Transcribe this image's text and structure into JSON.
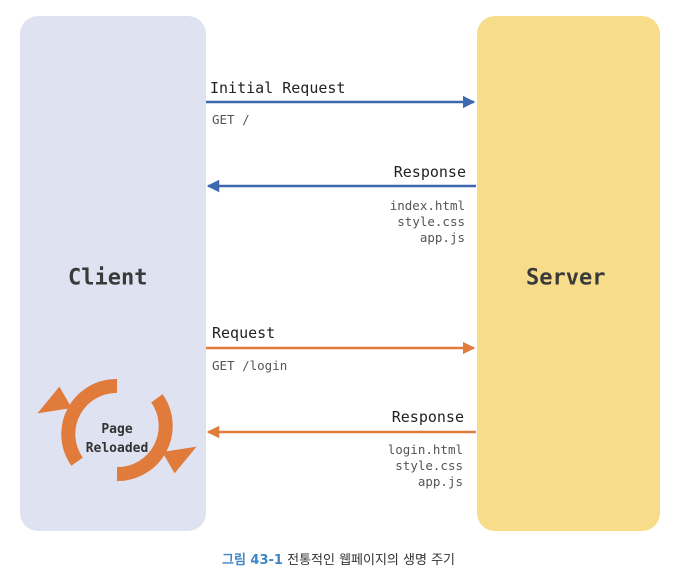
{
  "client": {
    "title": "Client"
  },
  "server": {
    "title": "Server"
  },
  "flow1": {
    "request_label": "Initial Request",
    "request_detail": "GET /",
    "response_label": "Response",
    "response_files": [
      "index.html",
      "style.css",
      "app.js"
    ]
  },
  "flow2": {
    "request_label": "Request",
    "request_detail": "GET /login",
    "response_label": "Response",
    "response_files": [
      "login.html",
      "style.css",
      "app.js"
    ]
  },
  "reload": {
    "line1": "Page",
    "line2": "Reloaded"
  },
  "caption": {
    "number": "그림 43-1",
    "text": "전통적인 웹페이지의 생명 주기"
  },
  "colors": {
    "client_panel": "#dfe3f1",
    "server_panel": "#f7dc8a",
    "blue_arrow": "#3d68b0",
    "orange_arrow": "#e07b3c",
    "caption_accent": "#3f86c6"
  },
  "icons": {
    "reload": "circular-arrows-icon"
  }
}
